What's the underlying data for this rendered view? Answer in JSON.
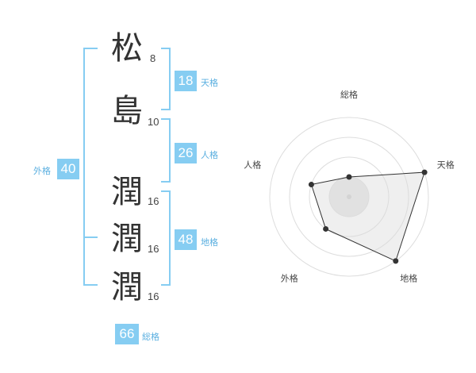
{
  "name": {
    "characters": [
      {
        "char": "松",
        "strokes": "8"
      },
      {
        "char": "島",
        "strokes": "10"
      },
      {
        "char": "潤",
        "strokes": "16"
      },
      {
        "char": "潤",
        "strokes": "16"
      },
      {
        "char": "潤",
        "strokes": "16"
      }
    ]
  },
  "fortunes": {
    "tenkaku": {
      "value": "18",
      "label": "天格"
    },
    "jinkaku": {
      "value": "26",
      "label": "人格"
    },
    "chikaku": {
      "value": "48",
      "label": "地格"
    },
    "gaikaku": {
      "value": "40",
      "label": "外格"
    },
    "soukaku": {
      "value": "66",
      "label": "総格"
    }
  },
  "colors": {
    "accent": "#86cdf2",
    "accent_text": "#5aafe0",
    "text": "#333333"
  },
  "chart_data": {
    "type": "radar",
    "axes": [
      "総格",
      "天格",
      "地格",
      "外格",
      "人格"
    ],
    "rings": 4,
    "max": 4,
    "values": [
      1,
      4,
      4,
      2,
      2
    ]
  }
}
